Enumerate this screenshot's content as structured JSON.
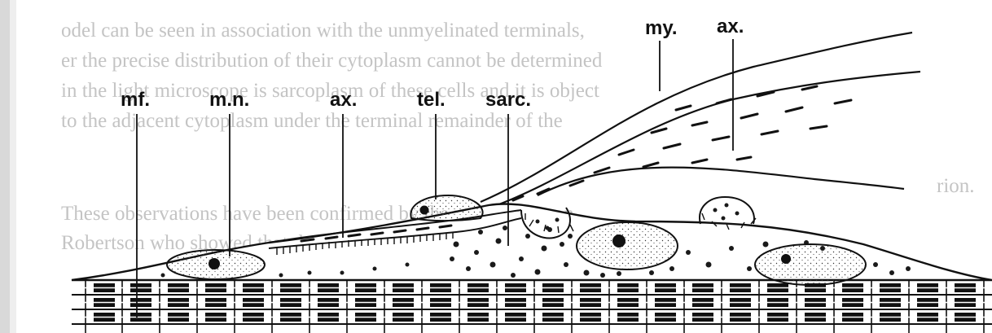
{
  "figure": {
    "labels": {
      "mf": "mf.",
      "mn": "m.n.",
      "ax1": "ax.",
      "tel": "tel.",
      "sarc": "sarc.",
      "my": "my.",
      "ax2": "ax."
    },
    "bleed_through_lines": [
      "odel can be seen in association with the unmyelinated terminals,",
      "er the precise distribution of their cytoplasm cannot be determined",
      "in the light microscope is sarcoplasm of these cells and it is object",
      "to the adjacent cytoplasm under the terminal remainder of the",
      "rion.",
      "These observations have been confirmed by the use of electron",
      "Robertson who showed that the nerve terminals the cytoplasm which"
    ]
  }
}
